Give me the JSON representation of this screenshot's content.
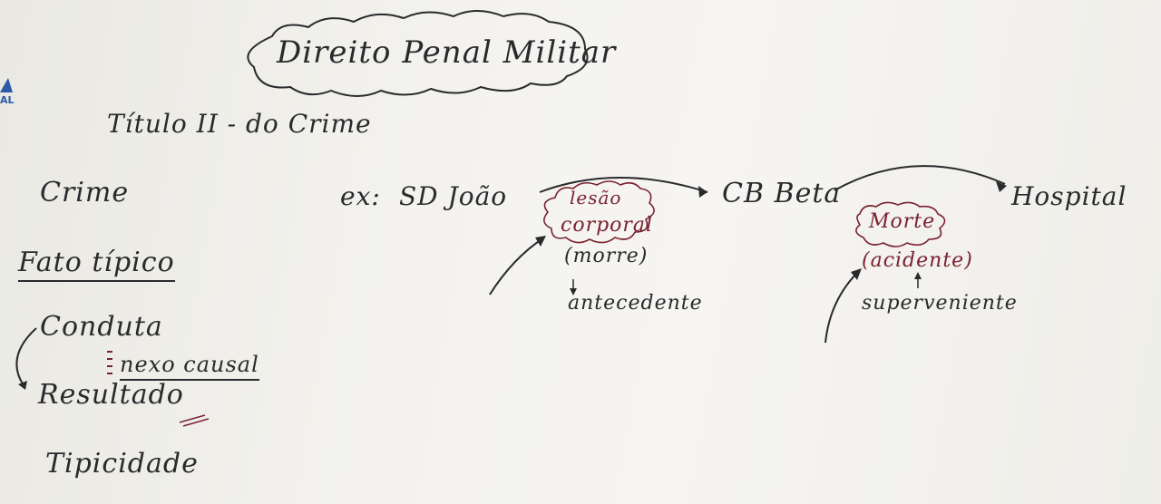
{
  "board": {
    "title": "Direito Penal Militar",
    "subtitle": "Título II - do Crime",
    "left_column": {
      "crime": "Crime",
      "fato_tipico": "Fato típico",
      "conduta": "Conduta",
      "nexo_causal": "nexo causal",
      "resultado": "Resultado",
      "tipicidade": "Tipicidade"
    },
    "example": {
      "prefix": "ex:",
      "subject": "SD João",
      "action_line1": "lesão",
      "action_line2": "corporal",
      "action_note": "(morre)",
      "action_label": "antecedente",
      "victim": "CB Beta",
      "event": "Morte",
      "event_note": "(acidente)",
      "event_label": "superveniente",
      "place": "Hospital"
    },
    "logo_text": "AL"
  },
  "colors": {
    "ink": "#2a2a2e",
    "red_ink": "#7a2230",
    "logo_blue": "#2d5aa8"
  }
}
